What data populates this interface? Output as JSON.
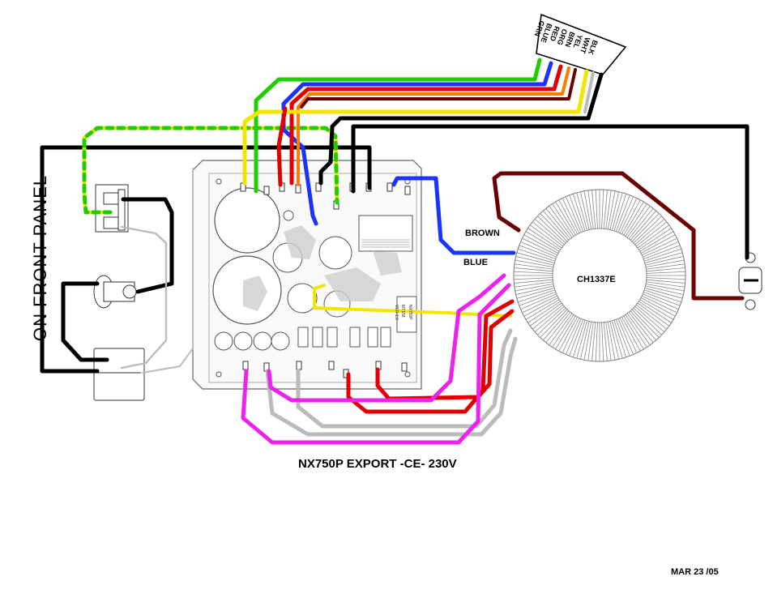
{
  "title": "NX750P  EXPORT -CE-  230V",
  "date": "MAR  23 /05",
  "front_panel": "ON  FRONT PANEL",
  "transformer": {
    "part": "CH1337E",
    "primary_wire_1": "BROWN",
    "primary_wire_2": "BLUE"
  },
  "connector_pins": [
    "BLK",
    "WHT",
    "YEL",
    "BRN",
    "ORG",
    "RED",
    "BLUE",
    "GRN"
  ],
  "board": {
    "part": "MT158",
    "version": "VER-1.0",
    "model": "NX750P"
  },
  "colors": {
    "black": "#000000",
    "green": "#22cc00",
    "yellow": "#f2e600",
    "blue": "#1a33ff",
    "red": "#e00000",
    "brown": "#6b0000",
    "magenta": "#ee22ee",
    "gray": "#b8b8b8",
    "orange": "#ff7a00"
  }
}
